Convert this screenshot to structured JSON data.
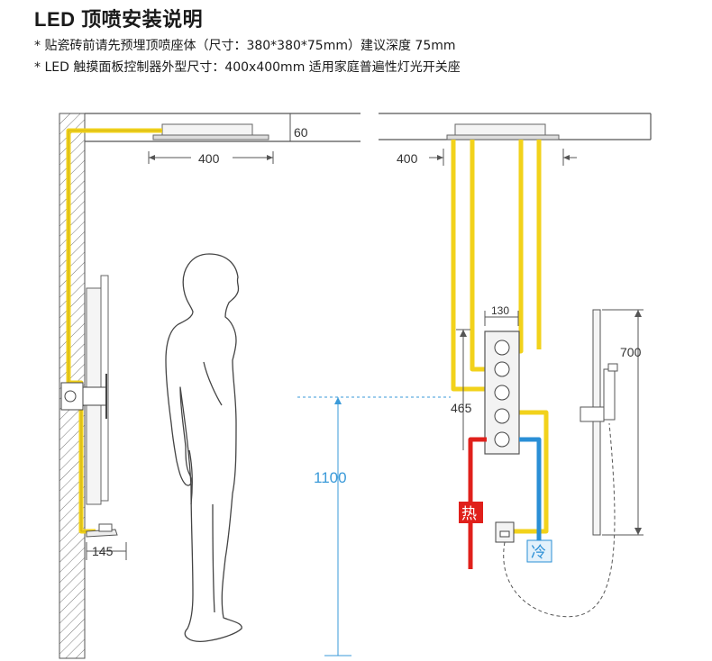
{
  "title": "LED 顶喷安装说明",
  "notes": [
    "* 贴瓷砖前请先预埋顶喷座体（尺寸：380*380*75mm）建议深度 75mm",
    "* LED 触摸面板控制器外型尺寸：400x400mm 适用家庭普遍性灯光开关座"
  ],
  "dimensions": {
    "ceiling_depth": "60",
    "shower_width_left": "400",
    "shower_width_right": "400",
    "panel_width": "130",
    "panel_height": "465",
    "rail_height": "700",
    "install_height": "1100",
    "spout_length": "145"
  },
  "labels": {
    "hot": "热",
    "cold": "冷"
  },
  "colors": {
    "wire": "#f2d21b",
    "hot": "#e0201b",
    "cold": "#2a8fd6",
    "guide": "#3a9ad9",
    "line": "#555555"
  }
}
